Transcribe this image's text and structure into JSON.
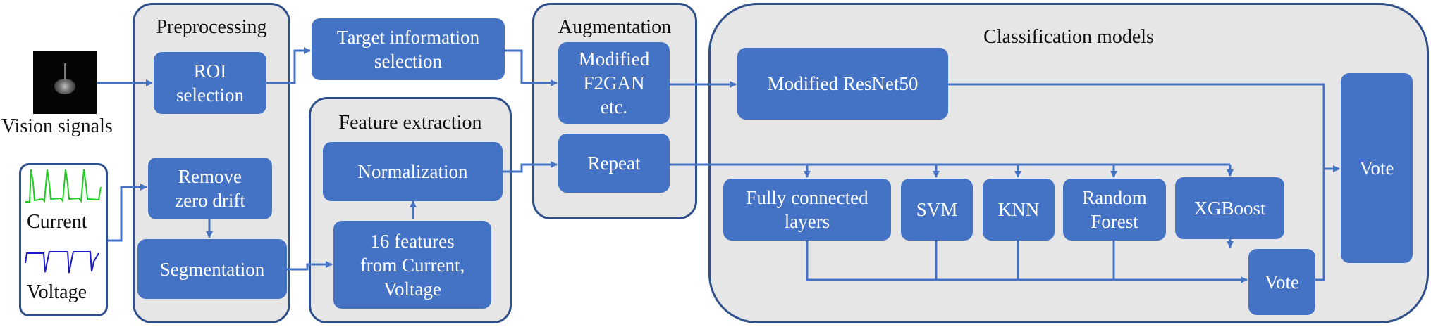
{
  "inputs": {
    "vision_label": "Vision signals",
    "current_label": "Current",
    "voltage_label": "Voltage"
  },
  "preprocessing": {
    "title": "Preprocessing",
    "roi": "ROI\nselection",
    "remove_drift": "Remove\nzero drift",
    "segmentation": "Segmentation"
  },
  "target": {
    "label": "Target information\nselection"
  },
  "feature_extraction": {
    "title": "Feature extraction",
    "normalization": "Normalization",
    "features": "16 features\nfrom Current,\nVoltage"
  },
  "augmentation": {
    "title": "Augmentation",
    "f2gan": "Modified\nF2GAN\netc.",
    "repeat": "Repeat"
  },
  "classification": {
    "title": "Classification models",
    "resnet": "Modified ResNet50",
    "fc": "Fully connected\nlayers",
    "svm": "SVM",
    "knn": "KNN",
    "rf": "Random\nForest",
    "xgb": "XGBoost",
    "vote_inner": "Vote",
    "vote_final": "Vote"
  },
  "colors": {
    "box_fill": "#4472c4",
    "panel_fill": "#e6e6e6",
    "panel_border": "#2f4f8a",
    "arrow": "#4472c4",
    "current_wave": "#22cc22",
    "voltage_wave": "#1a1acc"
  }
}
